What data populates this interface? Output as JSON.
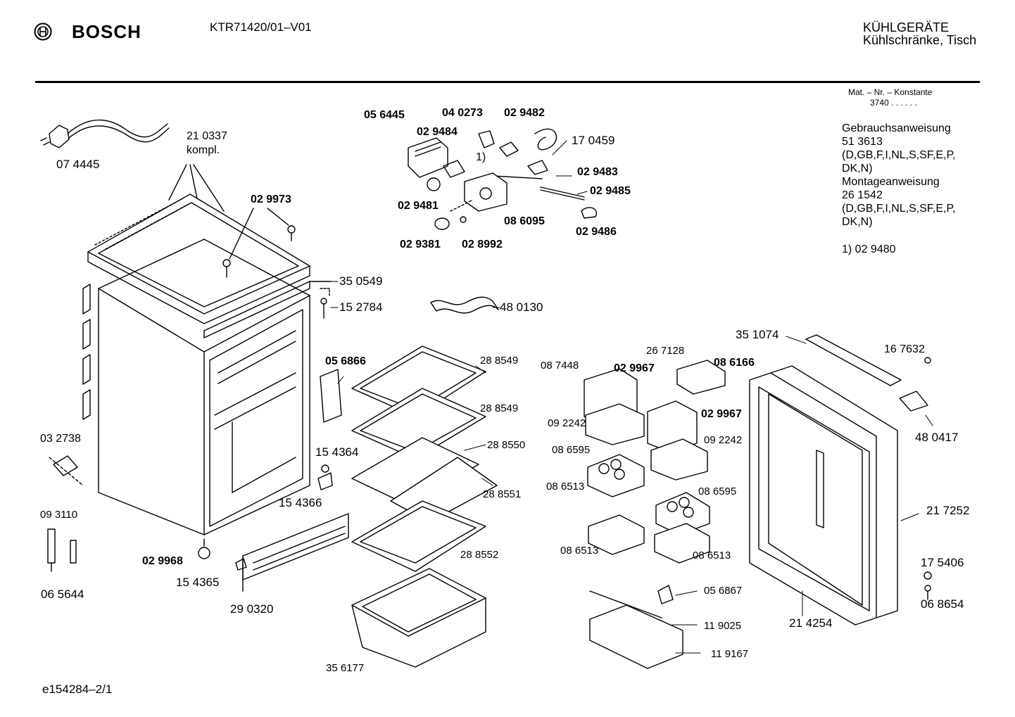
{
  "header": {
    "brand": "BOSCH",
    "model": "KTR71420/01–V01",
    "category_line1": "KÜHLGERÄTE",
    "category_line2": "Kühlschränke, Tisch"
  },
  "side_info": {
    "mat_title": "Mat. – Nr. – Konstante",
    "mat_value": "3740  .   .   .   .   .   .",
    "lines": [
      "Gebrauchsanweisung",
      "51 3613",
      "(D,GB,F,I,NL,S,SF,E,P,",
      "DK,N)",
      "Montageanweisung",
      "26 1542",
      "(D,GB,F,I,NL,S,SF,E,P,",
      "DK,N)"
    ],
    "footnote": "1)  02 9480"
  },
  "footer": {
    "ref": "e154284–2/1"
  },
  "parts": [
    {
      "id": "p074445",
      "text": "07 4445",
      "bold": false
    },
    {
      "id": "p210337",
      "text": "21 0337",
      "bold": false
    },
    {
      "id": "pkompl",
      "text": "kompl.",
      "bold": false
    },
    {
      "id": "p029973",
      "text": "02 9973",
      "bold": true
    },
    {
      "id": "p056445",
      "text": "05 6445",
      "bold": true
    },
    {
      "id": "p040273",
      "text": "04 0273",
      "bold": true
    },
    {
      "id": "p029482",
      "text": "02 9482",
      "bold": true
    },
    {
      "id": "p029484",
      "text": "02 9484",
      "bold": true
    },
    {
      "id": "pfn1",
      "text": "1)",
      "bold": false
    },
    {
      "id": "p170459",
      "text": "17 0459",
      "bold": false
    },
    {
      "id": "p029483",
      "text": "02 9483",
      "bold": true
    },
    {
      "id": "p029485",
      "text": "02 9485",
      "bold": true
    },
    {
      "id": "p029481",
      "text": "02 9481",
      "bold": true
    },
    {
      "id": "p086095",
      "text": "08 6095",
      "bold": true
    },
    {
      "id": "p029486",
      "text": "02 9486",
      "bold": true
    },
    {
      "id": "p029381",
      "text": "02 9381",
      "bold": true
    },
    {
      "id": "p028992",
      "text": "02 8992",
      "bold": true
    },
    {
      "id": "p350549",
      "text": "35 0549",
      "bold": false
    },
    {
      "id": "p152784",
      "text": "15 2784",
      "bold": false
    },
    {
      "id": "p480130",
      "text": "48 0130",
      "bold": false
    },
    {
      "id": "p056866",
      "text": "05 6866",
      "bold": true
    },
    {
      "id": "p288549a",
      "text": "28 8549",
      "bold": false
    },
    {
      "id": "p288549b",
      "text": "28 8549",
      "bold": false
    },
    {
      "id": "p288550",
      "text": "28 8550",
      "bold": false
    },
    {
      "id": "p154364",
      "text": "15 4364",
      "bold": false
    },
    {
      "id": "p154366",
      "text": "15 4366",
      "bold": false
    },
    {
      "id": "p288551",
      "text": "28 8551",
      "bold": false
    },
    {
      "id": "p288552",
      "text": "28 8552",
      "bold": false
    },
    {
      "id": "p032738",
      "text": "03 2738",
      "bold": false
    },
    {
      "id": "p093110",
      "text": "09 3110",
      "bold": false
    },
    {
      "id": "p065644",
      "text": "06 5644",
      "bold": false
    },
    {
      "id": "p029968",
      "text": "02 9968",
      "bold": true
    },
    {
      "id": "p154365",
      "text": "15 4365",
      "bold": false
    },
    {
      "id": "p290320",
      "text": "29 0320",
      "bold": false
    },
    {
      "id": "p356177",
      "text": "35 6177",
      "bold": false
    },
    {
      "id": "p087448",
      "text": "08 7448",
      "bold": false
    },
    {
      "id": "p029967a",
      "text": "02 9967",
      "bold": true
    },
    {
      "id": "p267128",
      "text": "26 7128",
      "bold": false
    },
    {
      "id": "p086166",
      "text": "08 6166",
      "bold": true
    },
    {
      "id": "p029967b",
      "text": "02 9967",
      "bold": true
    },
    {
      "id": "p092242a",
      "text": "09 2242",
      "bold": false
    },
    {
      "id": "p092242b",
      "text": "09 2242",
      "bold": false
    },
    {
      "id": "p086595a",
      "text": "08 6595",
      "bold": false
    },
    {
      "id": "p086513a",
      "text": "08 6513",
      "bold": false
    },
    {
      "id": "p086595b",
      "text": "08 6595",
      "bold": false
    },
    {
      "id": "p086513b",
      "text": "08 6513",
      "bold": false
    },
    {
      "id": "p086513c",
      "text": "08 6513",
      "bold": false
    },
    {
      "id": "p351074",
      "text": "35 1074",
      "bold": false
    },
    {
      "id": "p167632",
      "text": "16 7632",
      "bold": false
    },
    {
      "id": "p480417",
      "text": "48 0417",
      "bold": false
    },
    {
      "id": "p217252",
      "text": "21 7252",
      "bold": false
    },
    {
      "id": "p175406",
      "text": "17 5406",
      "bold": false
    },
    {
      "id": "p068654",
      "text": "06 8654",
      "bold": false
    },
    {
      "id": "p056867",
      "text": "05 6867",
      "bold": false
    },
    {
      "id": "p119025",
      "text": "11 9025",
      "bold": false
    },
    {
      "id": "p119167",
      "text": "11 9167",
      "bold": false
    },
    {
      "id": "p214254",
      "text": "21 4254",
      "bold": false
    }
  ]
}
